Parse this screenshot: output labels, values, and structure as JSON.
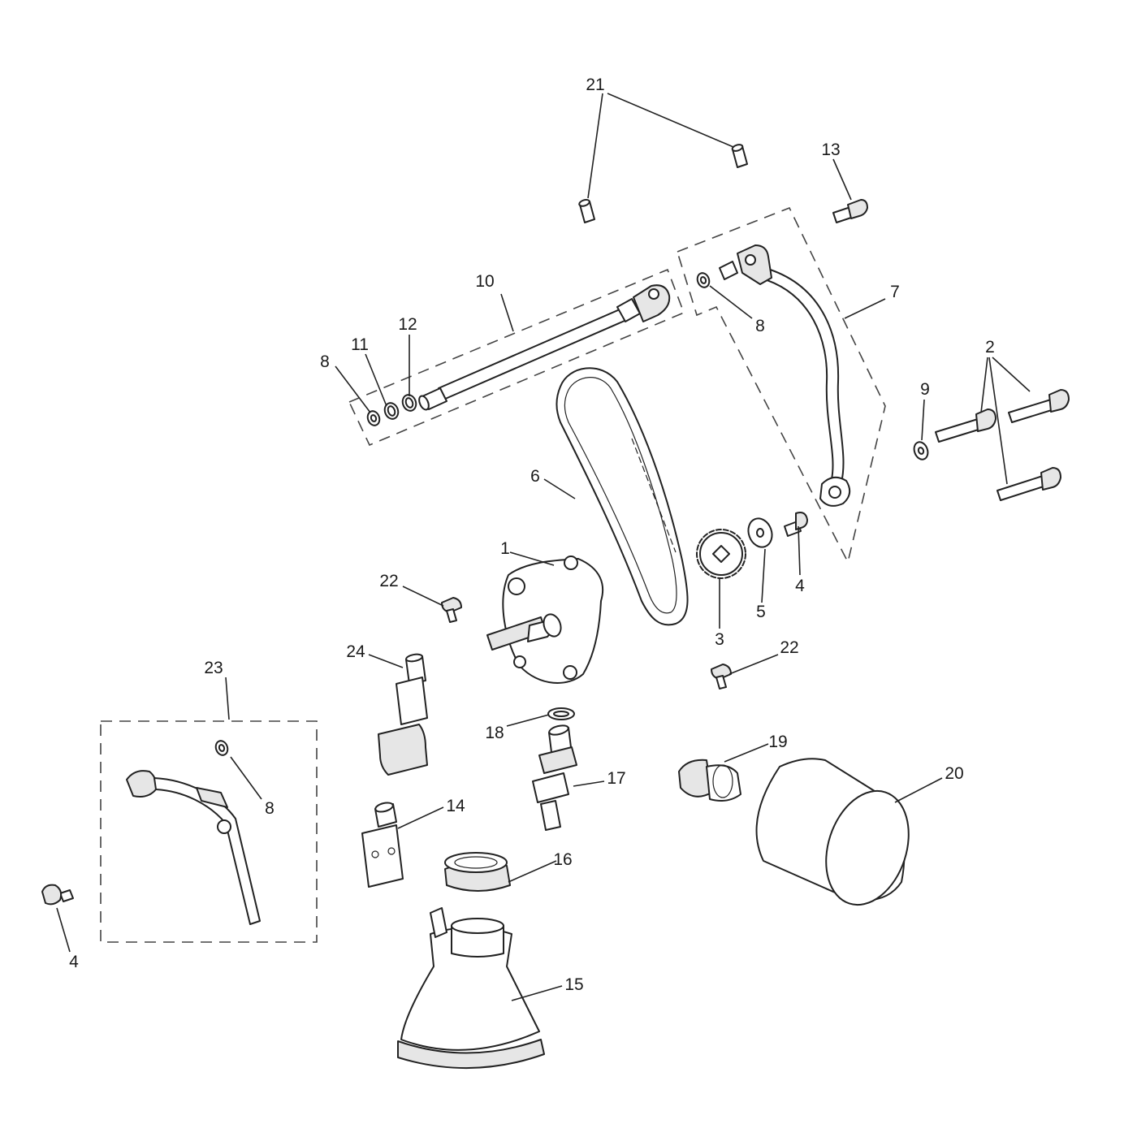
{
  "callouts": {
    "c1": "1",
    "c2": "2",
    "c3": "3",
    "c4a": "4",
    "c4b": "4",
    "c5": "5",
    "c6": "6",
    "c7": "7",
    "c8a": "8",
    "c8b": "8",
    "c8c": "8",
    "c9": "9",
    "c10": "10",
    "c11": "11",
    "c12": "12",
    "c13": "13",
    "c14": "14",
    "c15": "15",
    "c16": "16",
    "c17": "17",
    "c18": "18",
    "c19": "19",
    "c20": "20",
    "c21": "21",
    "c22a": "22",
    "c22b": "22",
    "c23": "23",
    "c24": "24"
  }
}
